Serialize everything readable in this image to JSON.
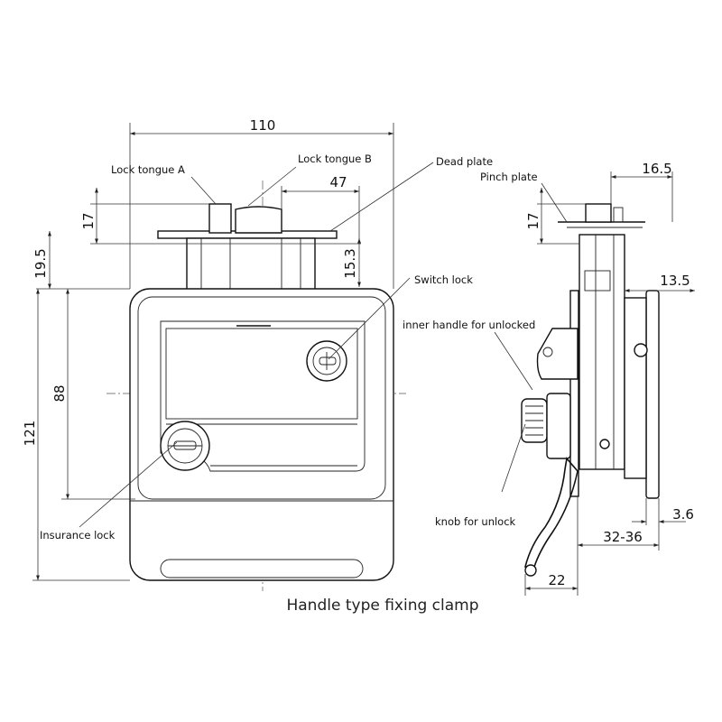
{
  "caption": "Handle type fixing clamp",
  "callouts": {
    "lock_tongue_a": "Lock tongue A",
    "lock_tongue_b": "Lock tongue B",
    "dead_plate": "Dead plate",
    "pinch_plate": "Pinch plate",
    "switch_lock": "Switch lock",
    "inner_handle": "inner handle for unlocked",
    "insurance_lock": "Insurance lock",
    "knob_for_unlock": "knob for unlock"
  },
  "dimensions": {
    "width_total": "110",
    "tongue_offset": "47",
    "tongue_height_front": "17",
    "tongue_to_plate": "19.5",
    "plate_to_body": "15.3",
    "body_height_inner": "88",
    "height_total": "121",
    "side_top_width": "16.5",
    "tongue_height_side": "17",
    "flange_depth": "13.5",
    "plate_thickness": "3.6",
    "clamp_range": "32-36",
    "handle_reach": "22"
  }
}
